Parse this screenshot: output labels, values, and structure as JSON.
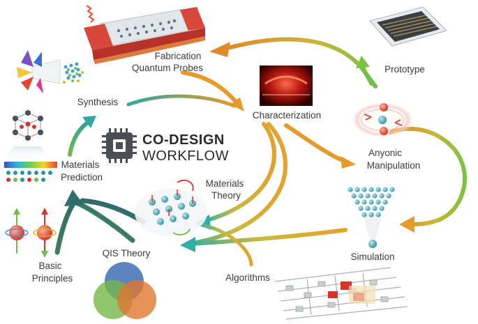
{
  "title": {
    "line1": "CO-DESIGN",
    "line2": "WORKFLOW"
  },
  "nodes": {
    "fabrication": {
      "line1": "Fabrication",
      "line2": "Quantum Probes"
    },
    "synthesis": "Synthesis",
    "characterization": "Characterization",
    "prototype": "Prototype",
    "anyonic": {
      "line1": "Anyonic",
      "line2": "Manipulation"
    },
    "materials_prediction": {
      "line1": "Materials",
      "line2": "Prediction"
    },
    "materials_theory": {
      "line1": "Materials",
      "line2": "Theory"
    },
    "simulation": "Simulation",
    "qis_theory": "QIS Theory",
    "algorithms": "Algorithms",
    "basic_principles": {
      "line1": "Basic",
      "line2": "Principles"
    }
  },
  "colors": {
    "teal": "#2fa8a0",
    "green": "#7cc242",
    "orange": "#e59a2a",
    "gold": "#d9b23a",
    "dark_teal": "#2f6e6a",
    "red_device": "#d8342a",
    "venn_blue": "#3f6fb5",
    "venn_green": "#74b84a",
    "venn_orange": "#e0772f"
  }
}
